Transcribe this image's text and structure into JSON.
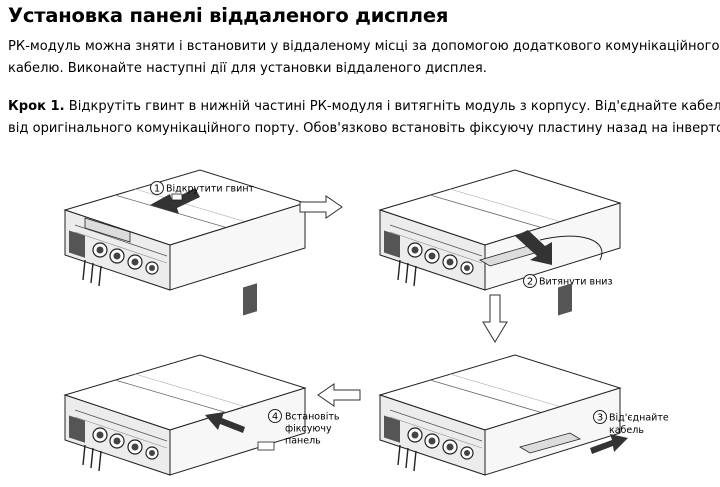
{
  "title": "Установка панелі віддаленого дисплея",
  "intro_lines": [
    "РК-модуль можна зняти і встановити у віддаленому місці за допомогою додаткового комунікаційного",
    "кабелю. Виконайте наступні дії для установки віддаленого дисплея."
  ],
  "step1": {
    "label": "Крок 1.",
    "lines": [
      " Відкрутіть гвинт в нижній частині РК-модуля і витягніть модуль з корпусу. Від'єднайте кабель",
      "від оригінального комунікаційного порту. Обов'язково встановіть фіксуючу пластину назад на інвертор."
    ]
  },
  "figure": {
    "callouts": [
      {
        "num": "1",
        "text": [
          "Відкрутити гвинт"
        ]
      },
      {
        "num": "2",
        "text": [
          "Витянути вниз"
        ]
      },
      {
        "num": "3",
        "text": [
          "Від'єднайте",
          "кабель"
        ]
      },
      {
        "num": "4",
        "text": [
          "Встановіть",
          "фіксуючу",
          "панель"
        ]
      }
    ]
  }
}
